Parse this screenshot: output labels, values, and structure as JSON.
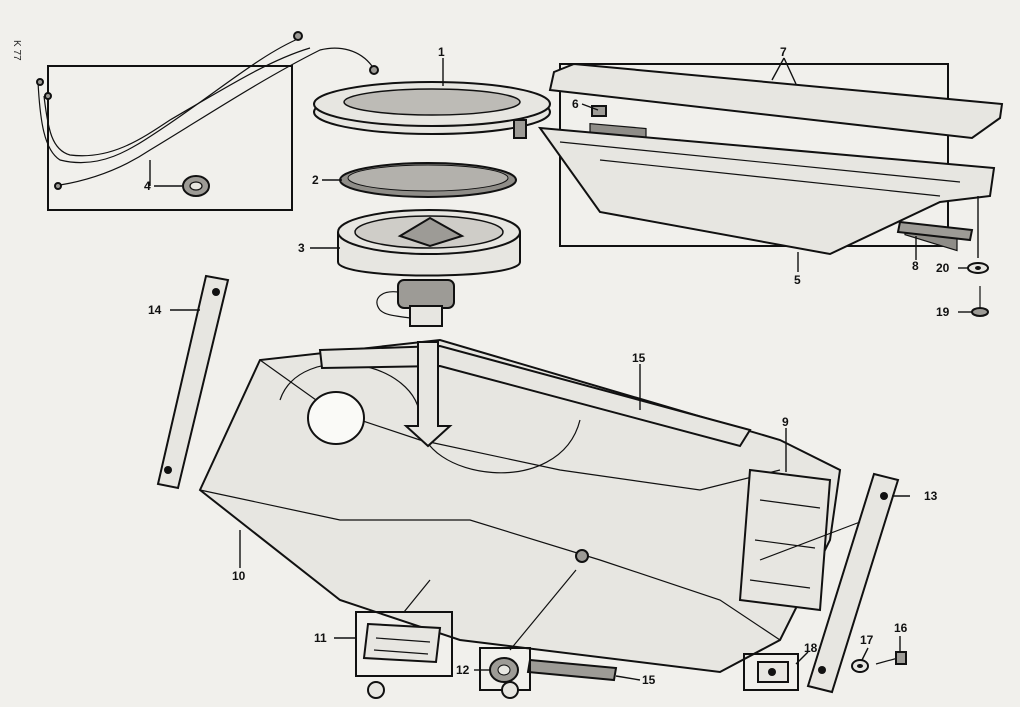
{
  "figure": {
    "corner_code": "K 77",
    "callouts": [
      {
        "id": "c1",
        "text": "1"
      },
      {
        "id": "c2",
        "text": "2"
      },
      {
        "id": "c3",
        "text": "3"
      },
      {
        "id": "c4",
        "text": "4"
      },
      {
        "id": "c5",
        "text": "5"
      },
      {
        "id": "c6",
        "text": "6"
      },
      {
        "id": "c7",
        "text": "7"
      },
      {
        "id": "c8",
        "text": "8"
      },
      {
        "id": "c9",
        "text": "9"
      },
      {
        "id": "c10",
        "text": "10"
      },
      {
        "id": "c11",
        "text": "11"
      },
      {
        "id": "c12",
        "text": "12"
      },
      {
        "id": "c13",
        "text": "13"
      },
      {
        "id": "c14",
        "text": "14"
      },
      {
        "id": "c15a",
        "text": "15"
      },
      {
        "id": "c15b",
        "text": "15"
      },
      {
        "id": "c16",
        "text": "16"
      },
      {
        "id": "c17",
        "text": "17"
      },
      {
        "id": "c18",
        "text": "18"
      },
      {
        "id": "c19",
        "text": "19"
      },
      {
        "id": "c20",
        "text": "20"
      }
    ]
  }
}
